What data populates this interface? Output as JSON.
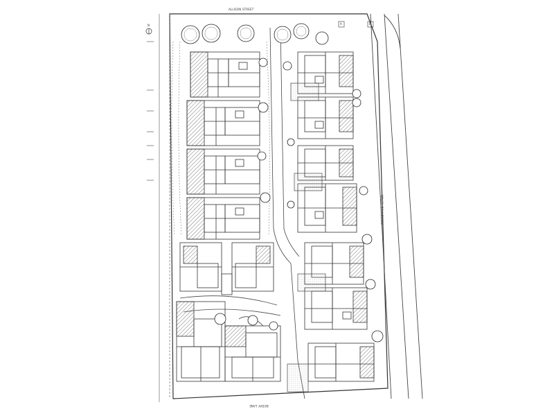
{
  "streets": {
    "top": "ALLISON STREET",
    "bottom": "BODAY LANE",
    "right": "WALSH BOULEVARD"
  },
  "north_marker": "N",
  "grid_markers": [
    "A",
    "B"
  ],
  "colors": {
    "linework": "#333333",
    "paper": "#ffffff"
  }
}
